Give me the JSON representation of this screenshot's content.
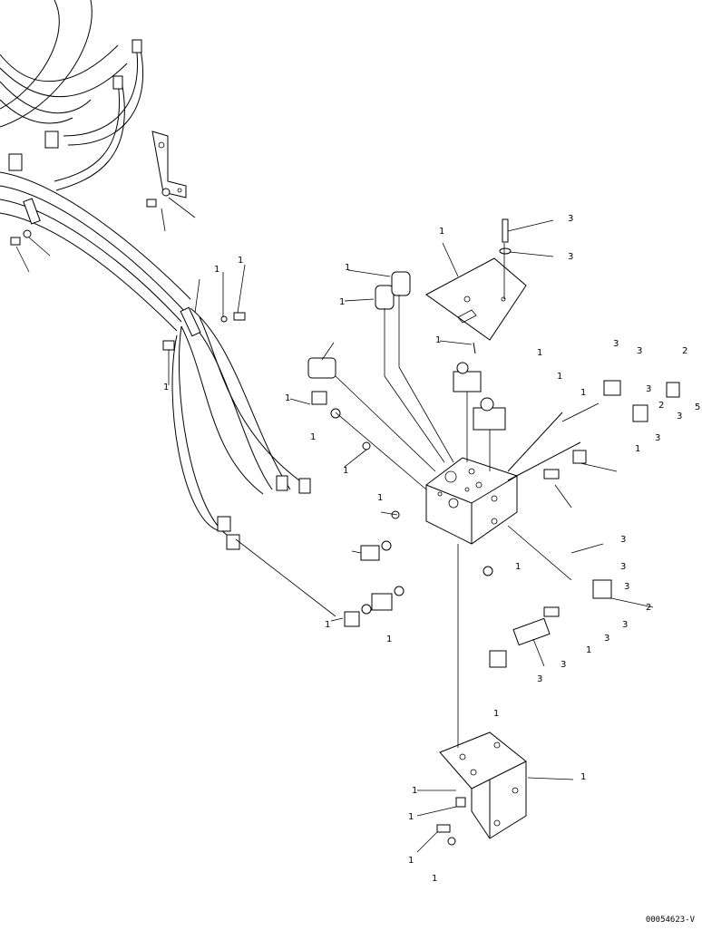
{
  "drawing": {
    "document_id": "00054623-V",
    "callouts": [
      "3",
      "3",
      "1",
      "1",
      "1",
      "1",
      "1",
      "1",
      "1",
      "1",
      "1",
      "3",
      "3",
      "2",
      "3",
      "2",
      "3",
      "3",
      "5",
      "1",
      "1",
      "1",
      "3",
      "3",
      "3",
      "2",
      "3",
      "3",
      "3",
      "1",
      "3",
      "1",
      "1",
      "1",
      "1",
      "1",
      "1",
      "1",
      "1",
      "1",
      "1",
      "1",
      "1"
    ]
  }
}
